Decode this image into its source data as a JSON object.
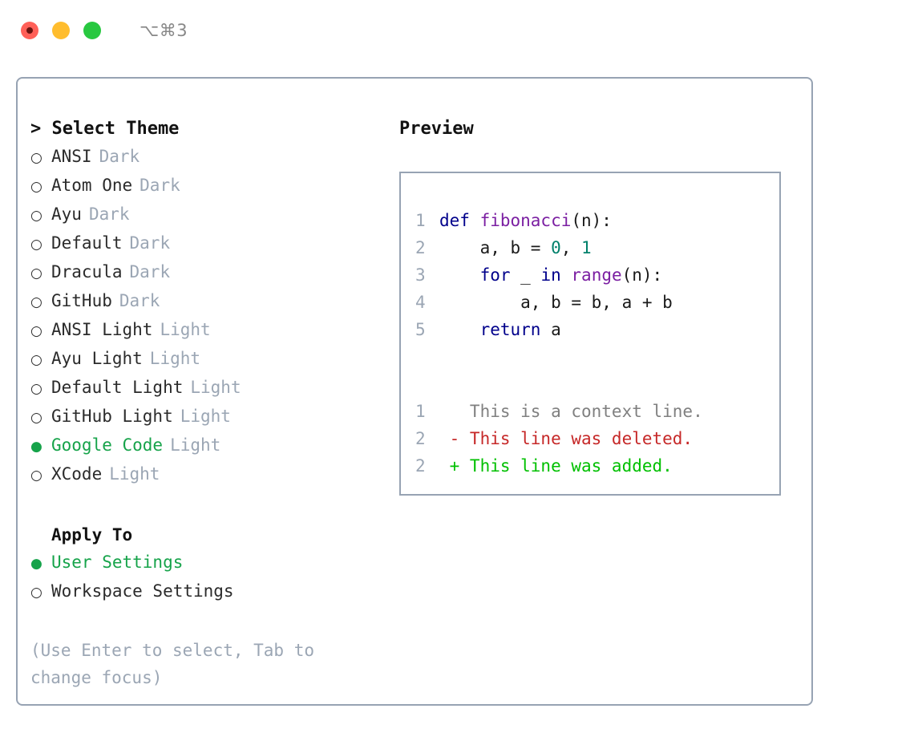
{
  "titlebar": {
    "traffic_lights": [
      {
        "name": "close",
        "color": "#FF6058"
      },
      {
        "name": "minimize",
        "color": "#FFBD2E"
      },
      {
        "name": "zoom",
        "color": "#28C840"
      }
    ],
    "shortcut": "⌥⌘3"
  },
  "theme_panel": {
    "heading": "> Select Theme",
    "bullet_unselected": "○",
    "bullet_selected": "●",
    "selected_color": "#16A34A",
    "options": [
      {
        "name": "ANSI",
        "kind": "Dark",
        "selected": false
      },
      {
        "name": "Atom One",
        "kind": "Dark",
        "selected": false
      },
      {
        "name": "Ayu",
        "kind": "Dark",
        "selected": false
      },
      {
        "name": "Default",
        "kind": "Dark",
        "selected": false
      },
      {
        "name": "Dracula",
        "kind": "Dark",
        "selected": false
      },
      {
        "name": "GitHub",
        "kind": "Dark",
        "selected": false
      },
      {
        "name": "ANSI Light",
        "kind": "Light",
        "selected": false
      },
      {
        "name": "Ayu Light",
        "kind": "Light",
        "selected": false
      },
      {
        "name": "Default Light",
        "kind": "Light",
        "selected": false
      },
      {
        "name": "GitHub Light",
        "kind": "Light",
        "selected": false
      },
      {
        "name": "Google Code",
        "kind": "Light",
        "selected": true
      },
      {
        "name": "XCode",
        "kind": "Light",
        "selected": false
      }
    ]
  },
  "apply_to": {
    "heading": "Apply To",
    "options": [
      {
        "name": "User Settings",
        "selected": true
      },
      {
        "name": "Workspace Settings",
        "selected": false
      }
    ]
  },
  "hint": "(Use Enter to select, Tab to change focus)",
  "preview": {
    "title": "Preview",
    "code_lines": [
      {
        "no": "1",
        "segments": [
          {
            "t": "def ",
            "c": "kw"
          },
          {
            "t": "fibonacci",
            "c": "fn"
          },
          {
            "t": "(n):",
            "c": "plain"
          }
        ]
      },
      {
        "no": "2",
        "segments": [
          {
            "t": "    a, b = ",
            "c": "plain"
          },
          {
            "t": "0",
            "c": "num"
          },
          {
            "t": ", ",
            "c": "plain"
          },
          {
            "t": "1",
            "c": "num"
          }
        ]
      },
      {
        "no": "3",
        "segments": [
          {
            "t": "    ",
            "c": "plain"
          },
          {
            "t": "for",
            "c": "kw"
          },
          {
            "t": " _ ",
            "c": "plain"
          },
          {
            "t": "in",
            "c": "kw"
          },
          {
            "t": " ",
            "c": "plain"
          },
          {
            "t": "range",
            "c": "fn"
          },
          {
            "t": "(n):",
            "c": "plain"
          }
        ]
      },
      {
        "no": "4",
        "segments": [
          {
            "t": "        a, b = b, a + b",
            "c": "plain"
          }
        ]
      },
      {
        "no": "5",
        "segments": [
          {
            "t": "    ",
            "c": "plain"
          },
          {
            "t": "return",
            "c": "kw"
          },
          {
            "t": " a",
            "c": "plain"
          }
        ]
      }
    ],
    "diff_lines": [
      {
        "no": "1",
        "segments": [
          {
            "t": "   This is a context line.",
            "c": "ctx"
          }
        ]
      },
      {
        "no": "2",
        "segments": [
          {
            "t": " - This line was deleted.",
            "c": "del"
          }
        ]
      },
      {
        "no": "2",
        "segments": [
          {
            "t": " + This line was added.",
            "c": "add"
          }
        ]
      }
    ]
  }
}
